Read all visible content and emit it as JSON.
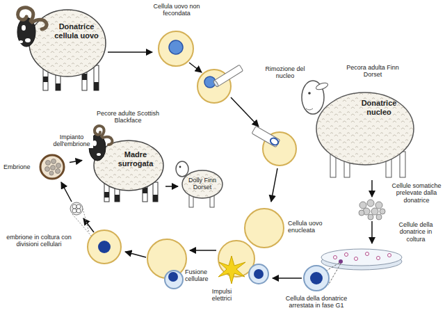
{
  "diagram": {
    "nodes": [
      {
        "text": [
          "Donatrice cellula uovo"
        ]
      },
      {
        "text": [
          "Cellula uovo non fecondata"
        ]
      },
      {
        "text": [
          "Pecora adulta Finn Dorset",
          "Donatrice nucleo"
        ]
      },
      {
        "text": [
          "Cellula uovo enucleata"
        ]
      },
      {
        "text": [
          "Cellula della donatrice arrestata in fase G1"
        ]
      },
      {
        "text": [
          "Fusione cellulare"
        ]
      },
      {
        "text": [
          "Embrione"
        ]
      },
      {
        "text": [
          "Pecore adulte Scottish Blackface",
          "Madre surrogata"
        ]
      },
      {
        "text": [
          "Dolly Finn Dorset"
        ]
      }
    ],
    "edges": [
      {
        "from": 0,
        "to": 1,
        "arrow": "to"
      },
      {
        "from": 6,
        "to": 7,
        "label": "Impianto dell'embrione",
        "arrow": "to"
      },
      {
        "from": 7,
        "to": 8,
        "arrow": "to"
      }
    ],
    "labels": [
      "Rimozione del nucleo",
      "Cellule somatiche prelevate dalla donatrice",
      "Cellule della donatrice in coltura",
      "embrione in coltura con divisioni cellulari",
      "Impulsi elettrici"
    ]
  }
}
